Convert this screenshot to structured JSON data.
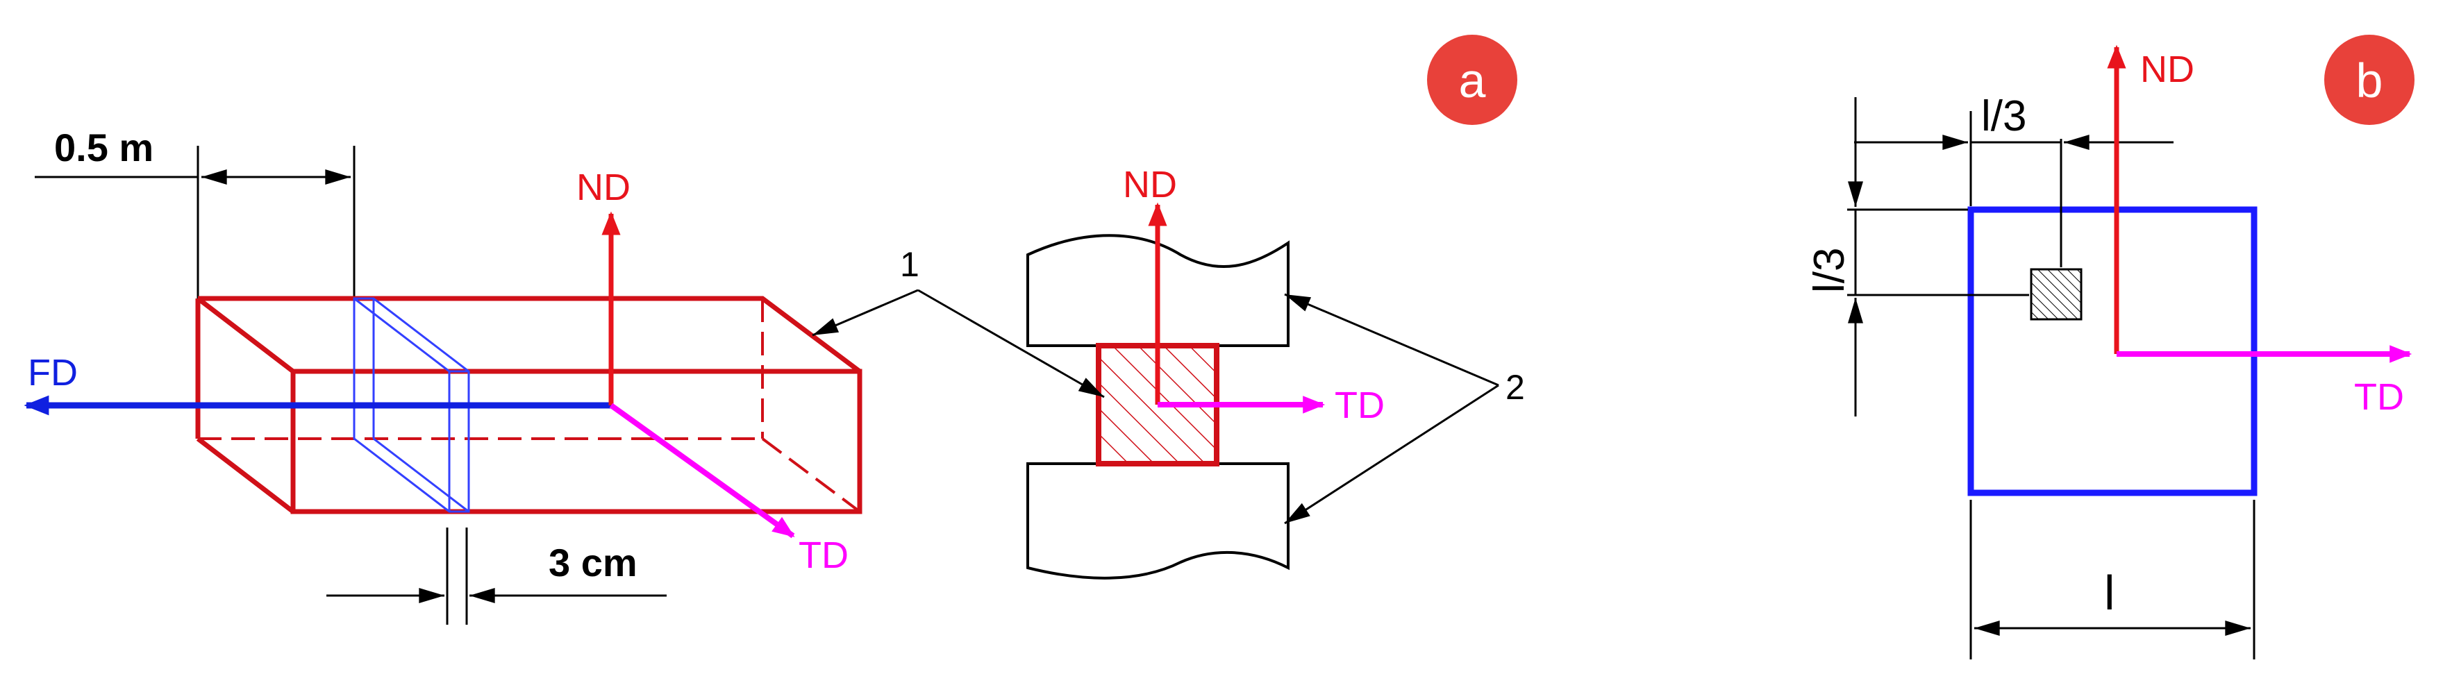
{
  "panel_a": {
    "badge": "a",
    "dimension_top": "0.5 m",
    "dimension_bottom": "3 cm",
    "fd_label": "FD",
    "nd_label_block": "ND",
    "td_label_block": "TD",
    "nd_label_section": "ND",
    "td_label_section": "TD",
    "callout_1": "1",
    "callout_2": "2"
  },
  "panel_b": {
    "badge": "b",
    "nd_label": "ND",
    "td_label": "TD",
    "dim_horizontal_third": "l/3",
    "dim_vertical_third": "l/3",
    "dim_width": "l"
  },
  "colors": {
    "block": "#d01018",
    "fd_axis": "#1020e0",
    "td_axis": "#ff00ff",
    "nd_axis": "#e8141c",
    "square": "#1a1aff",
    "badge": "#e8413a",
    "line": "#000000"
  }
}
